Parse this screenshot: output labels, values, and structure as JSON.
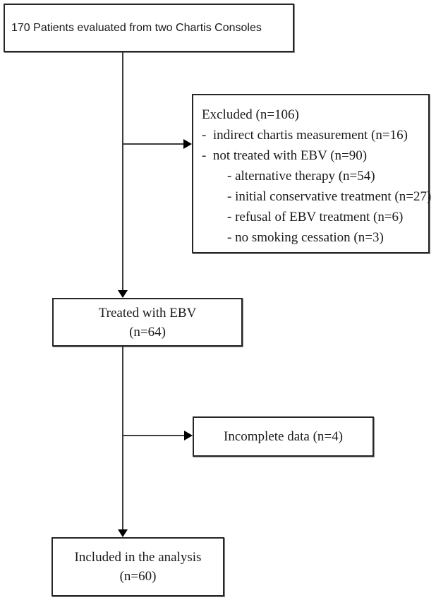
{
  "colors": {
    "background": "#ffffff",
    "ink": "#1a1a1a",
    "box_border": "#262626",
    "connector_line": "#3c3c3c",
    "arrowhead": "#000000"
  },
  "flow": {
    "evaluated": {
      "text": "170 Patients evaluated from two Chartis Consoles"
    },
    "excluded": {
      "title": "Excluded (n=106)",
      "items": [
        "-  indirect chartis measurement (n=16)",
        "-  not treated with EBV (n=90)",
        "- alternative therapy (n=54)",
        "- initial conservative treatment (n=27)",
        "- refusal of EBV treatment (n=6)",
        "- no smoking cessation (n=3)"
      ]
    },
    "treated": {
      "line1": "Treated with EBV",
      "line2": "(n=64)"
    },
    "incomplete": {
      "text": "Incomplete data (n=4)"
    },
    "included": {
      "line1": "Included in the analysis",
      "line2": "(n=60)"
    }
  }
}
